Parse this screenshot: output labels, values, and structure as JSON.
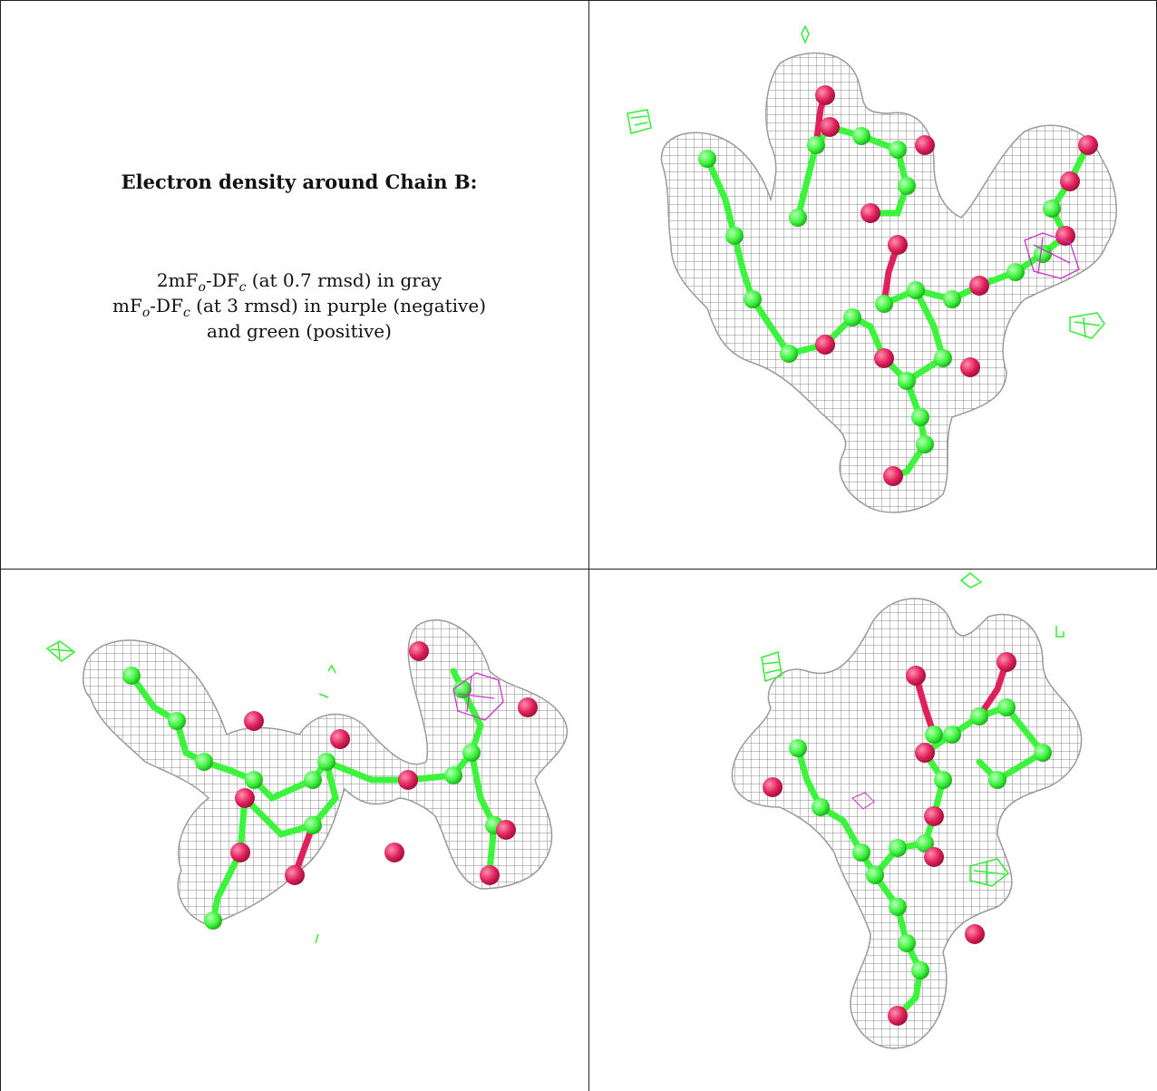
{
  "legend": {
    "title": "Electron density around Chain B:",
    "line1": {
      "a": "2mF",
      "a_sub": "o",
      "b": "-DF",
      "b_sub": "c",
      "rest": " (at 0.7 rmsd) in gray"
    },
    "line2": {
      "a": "mF",
      "a_sub": "o",
      "b": "-DF",
      "b_sub": "c",
      "rest": " (at 3 rmsd) in purple (negative)"
    },
    "line3": "and green (positive)"
  },
  "colors": {
    "mesh_gray": "#8a8a8a",
    "carbon_green": "#3cf43c",
    "oxygen_red": "#e0205a",
    "negative_purple": "#cc33cc",
    "positive_green": "#33ee33",
    "border": "#222222"
  },
  "views": [
    {
      "name": "view-top-right",
      "description_icon": "electron-density-view-1"
    },
    {
      "name": "view-bottom-left",
      "description_icon": "electron-density-view-2"
    },
    {
      "name": "view-bottom-right",
      "description_icon": "electron-density-view-3"
    }
  ]
}
